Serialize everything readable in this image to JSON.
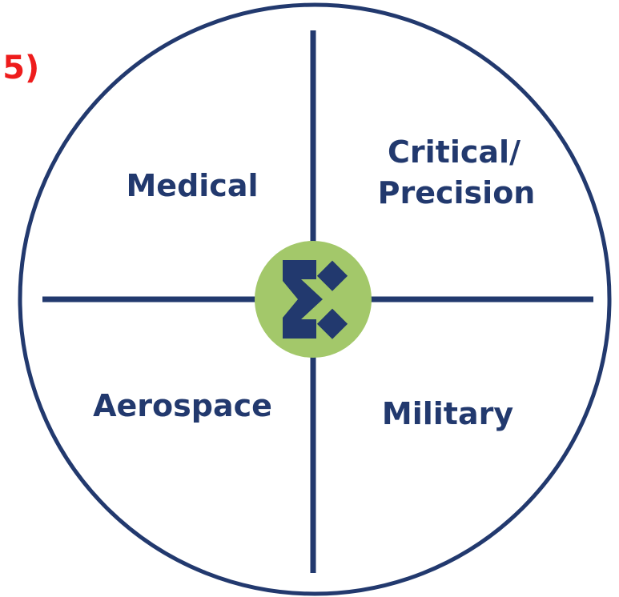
{
  "corner_fragment": ".5)",
  "quadrants": {
    "top_left": "Medical",
    "top_right_line1": "Critical/",
    "top_right_line2": "Precision",
    "bottom_left": "Aerospace",
    "bottom_right": "Military"
  },
  "center_logo": "logo-icon",
  "colors": {
    "navy": "#22396e",
    "logo_bg": "#a3c86a",
    "accent_red": "#ee1c1c"
  }
}
